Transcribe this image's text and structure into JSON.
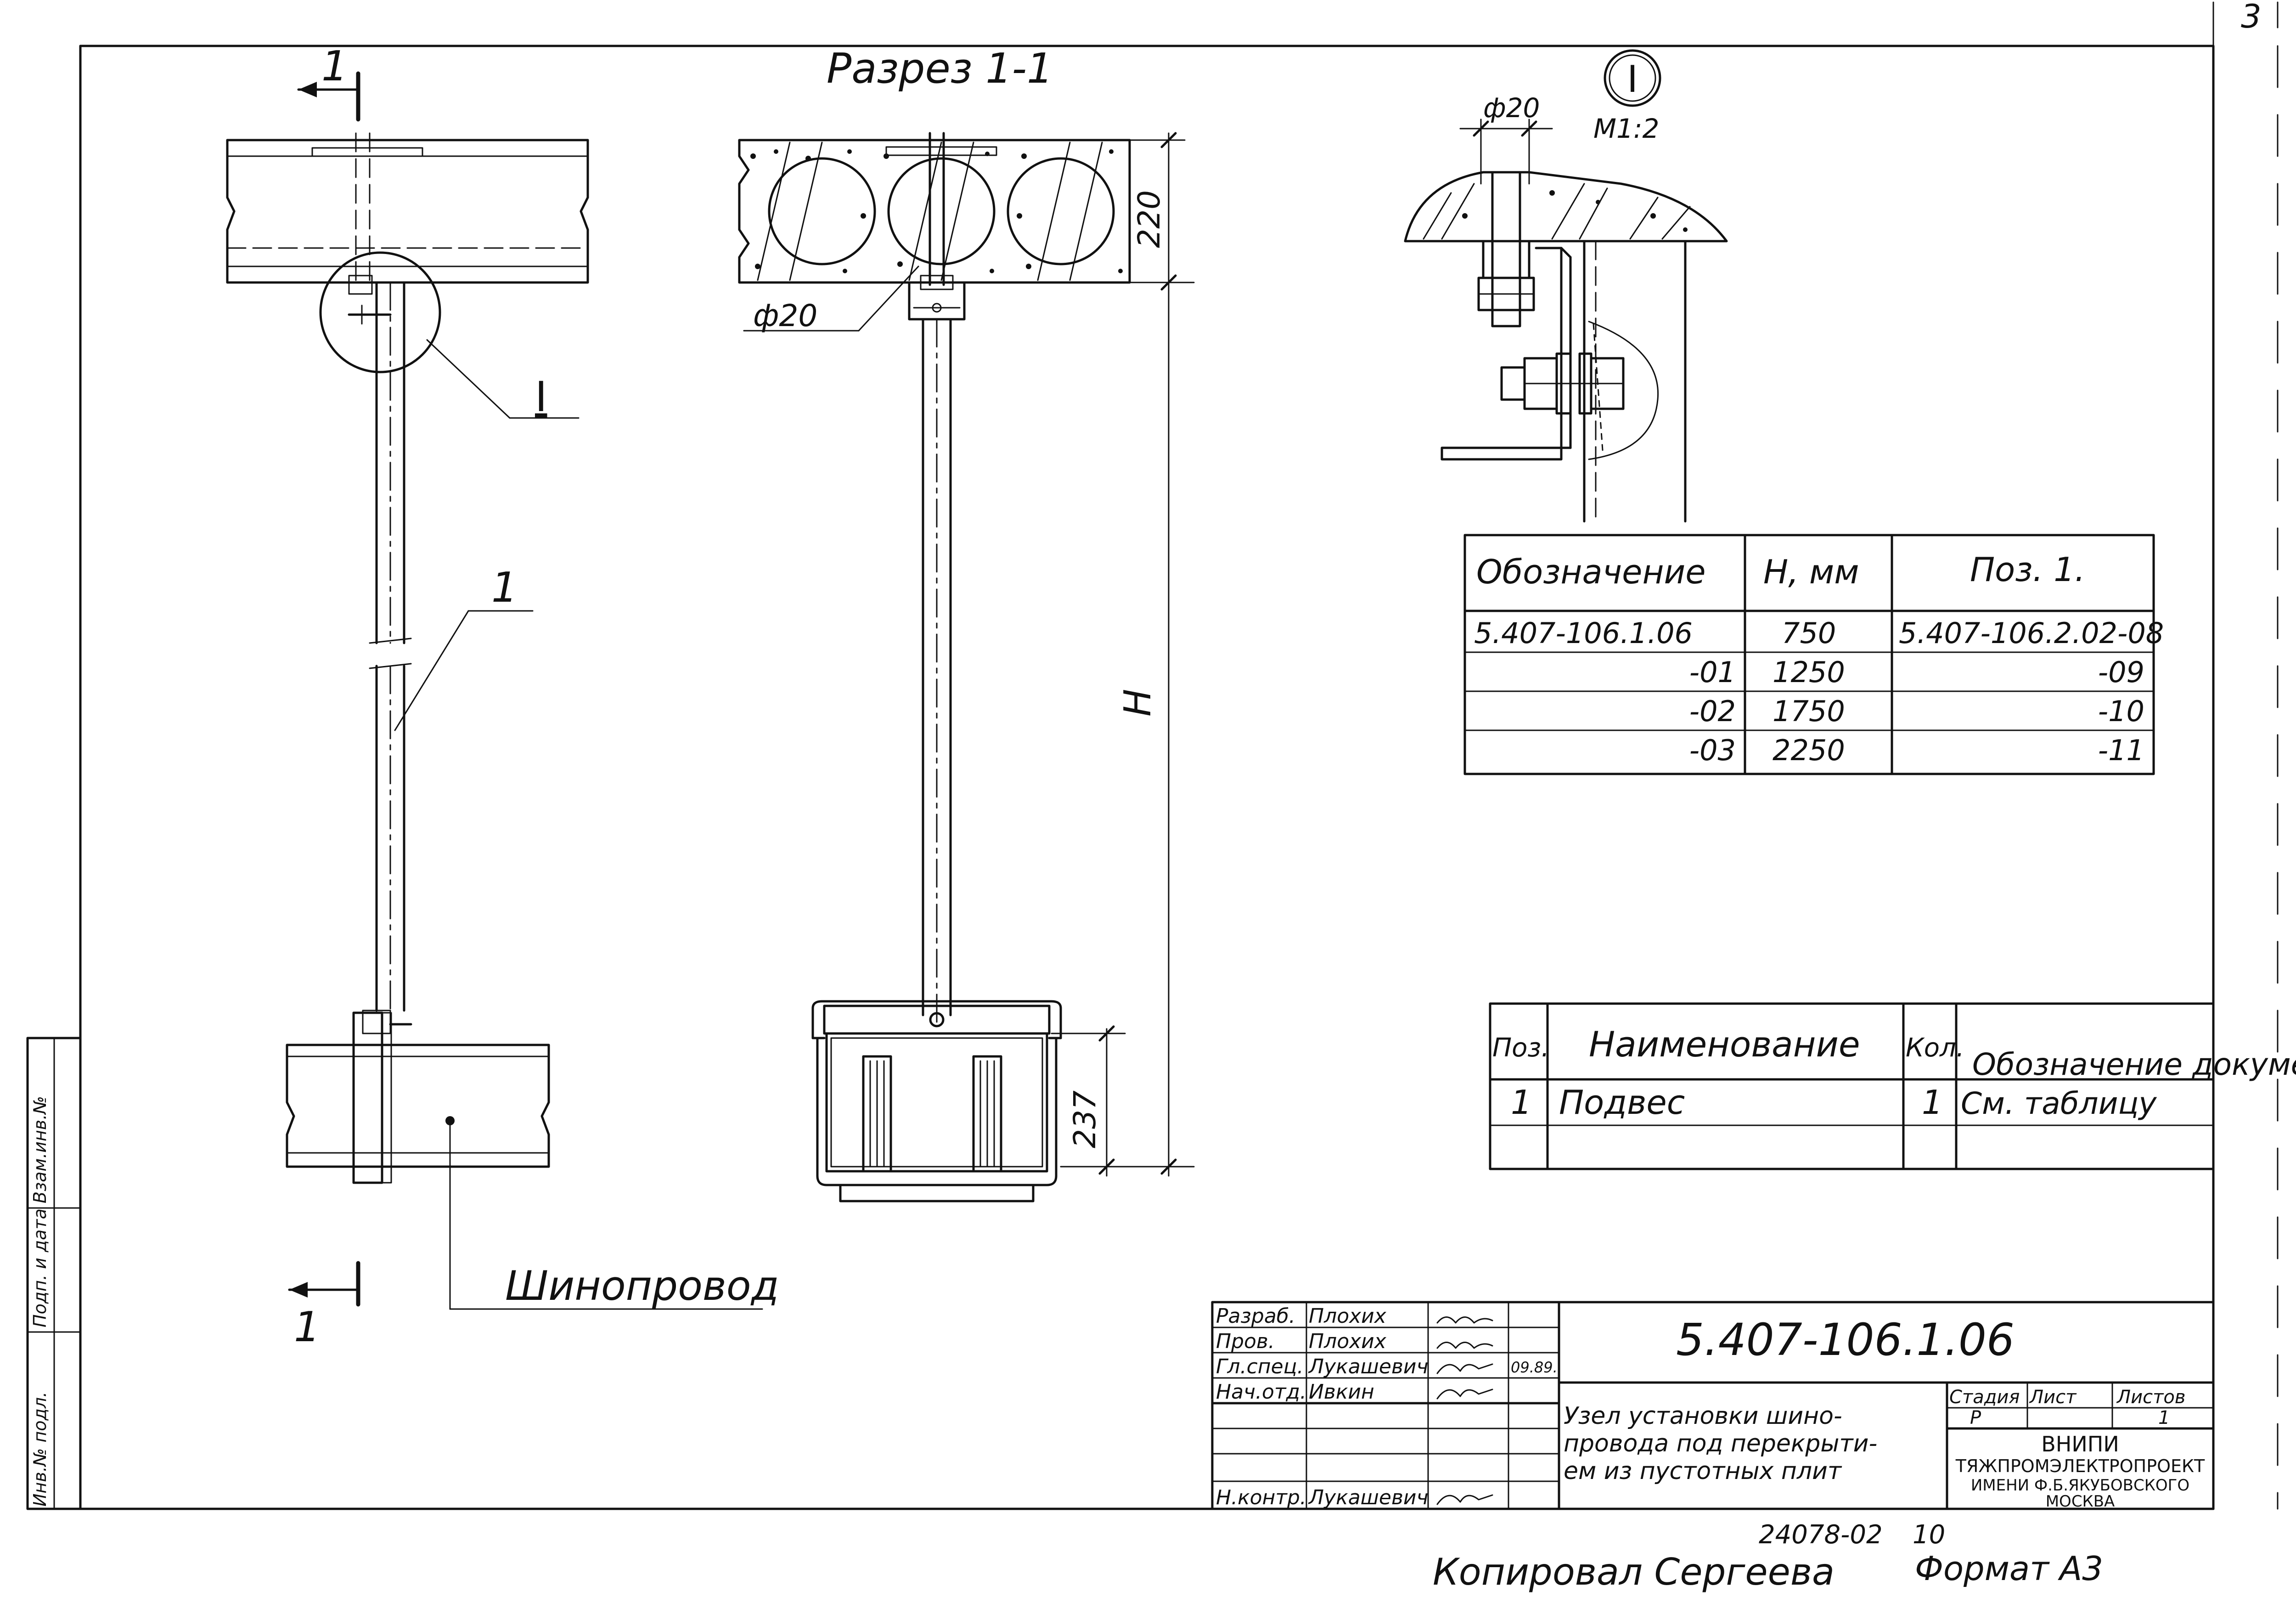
{
  "section_title": "Разрез 1-1",
  "cut_marks": {
    "top": "1",
    "bottom": "1"
  },
  "detail": {
    "marker": "I",
    "scale": "М1:2",
    "dia": "ф20"
  },
  "main_view": {
    "callout_detail": "I",
    "callout_pos": "1",
    "busbar_label": "Шинопровод"
  },
  "section_view": {
    "dia": "ф20",
    "slab_thickness": "220",
    "height": "H",
    "busbar_height": "237"
  },
  "designation_table": {
    "headers": [
      "Обозначение",
      "H, мм",
      "Поз. 1."
    ],
    "rows": [
      [
        "5.407-106.1.06",
        "750",
        "5.407-106.2.02-08"
      ],
      [
        "-01",
        "1250",
        "-09"
      ],
      [
        "-02",
        "1750",
        "-10"
      ],
      [
        "-03",
        "2250",
        "-11"
      ]
    ]
  },
  "spec_table": {
    "headers": [
      "Поз.",
      "Наименование",
      "Кол.",
      "Обозначение документа"
    ],
    "rows": [
      [
        "1",
        "Подвес",
        "1",
        "См. таблицу"
      ],
      [
        "",
        "",
        "",
        ""
      ]
    ]
  },
  "title_block": {
    "doc_number": "5.407-106.1.06",
    "roles": [
      {
        "role": "Разраб.",
        "name": "Плохих",
        "date": ""
      },
      {
        "role": "Пров.",
        "name": "Плохих",
        "date": ""
      },
      {
        "role": "Гл.спец.",
        "name": "Лукашевич",
        "date": "09.89."
      },
      {
        "role": "Нач.отд.",
        "name": "Ивкин",
        "date": ""
      },
      {
        "role": "Н.контр.",
        "name": "Лукашевич",
        "date": ""
      }
    ],
    "title": [
      "Узел установки шино-",
      "провода под перекрыти-",
      "ем из пустотных плит"
    ],
    "stage_label": "Стадия",
    "sheet_label": "Лист",
    "sheets_label": "Листов",
    "stage": "Р",
    "sheet": "",
    "sheets": "1",
    "org": [
      "ВНИПИ",
      "ТЯЖПРОМЭЛЕКТРОПРОЕКТ",
      "ИМЕНИ Ф.Б.ЯКУБОВСКОГО",
      "МОСКВА"
    ]
  },
  "side_stamp": [
    "Инв.№ подл.",
    "Подп. и дата",
    "Взам.инв.№"
  ],
  "footer": {
    "inventory": "24078-02",
    "copy_note": "Копировал Сергеева",
    "format": "Формат А3",
    "corner": "3",
    "sheet_ref": "10"
  }
}
